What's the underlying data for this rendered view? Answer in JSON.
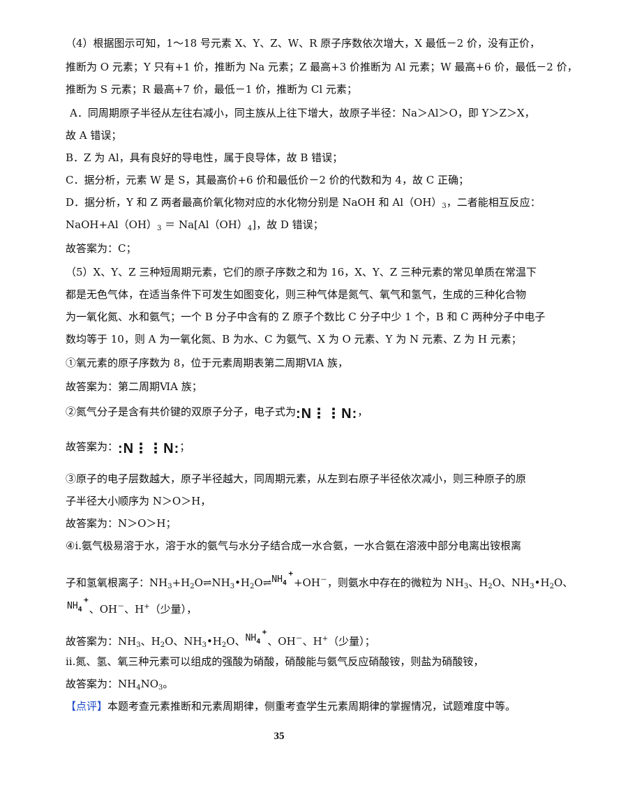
{
  "p4": {
    "l1": "（4）根据图示可知，1～18 号元素 X、Y、Z、W、R 原子序数依次增大，X 最低－2 价，没有正价，",
    "l2": "推断为 O 元素；Y 只有+1 价，推断为 Na 元素；Z 最高+3 价推断为 Al 元素；W 最高+6 价，最低－2 价，",
    "l3": "推断为 S 元素；R 最高+7 价，最低－1 价，推断为 Cl 元素；",
    "a1": "A．同周期原子半径从左往右减小，同主族从上往下增大，故原子半径：Na＞Al＞O，即 Y＞Z＞X，",
    "a2": "故 A 错误；",
    "b": "B．Z 为 Al，具有良好的导电性，属于良导体，故 B 错误；",
    "c": "C．据分析，元素 W 是 S，其最高价+6 价和最低价－2 价的代数和为 4，故 C 正确；",
    "d1_pre": "D．据分析，Y 和 Z 两者最高价氧化物对应的水化物分别是 NaOH 和 Al（OH）",
    "d1_sub": "3",
    "d1_post": "，二者能相互反应：",
    "d2_a": "NaOH+Al（OH）",
    "d2_sub1": "3",
    "d2_b": " ＝ Na[Al（OH）",
    "d2_sub2": "4",
    "d2_c": "]，故 D 错误；",
    "answer": "故答案为：C；"
  },
  "p5": {
    "l1": "（5）X、Y、Z 三种短周期元素，它们的原子序数之和为 16，X、Y、Z 三种元素的常见单质在常温下",
    "l2": "都是无色气体，在适当条件下可发生如图变化，则三种气体是氮气、氧气和氢气，生成的三种化合物",
    "l3": "为一氧化氮、水和氨气；一个 B 分子中含有的 Z 原子个数比 C 分子中少 1 个，B 和 C 两种分子中电子",
    "l4": "数均等于 10，则 A 为一氧化氮、B 为水、C 为氨气、X 为 O 元素、Y 为 N 元素、Z 为 H 元素；",
    "q1": "①氧元素的原子序数为 8，位于元素周期表第二周期ⅥA 族，",
    "a1": "故答案为：第二周期ⅥA 族；",
    "q2_pre": "②氮气分子是含有共价键的双原子分子，电子式为",
    "q2_post": "，",
    "n2_formula": ":N⋮⋮N:",
    "a2_pre": "故答案为：",
    "a2_post": "；",
    "q3_l1": "③原子的电子层数越大，原子半径越大，同周期元素，从左到右原子半径依次减小，则三种原子的原",
    "q3_l2": "子半径大小顺序为 N＞O＞H，",
    "a3": "故答案为：N＞O＞H；",
    "q4_l1": "④ⅰ.氨气极易溶于水，溶于水的氨气与水分子结合成一水合氨，一水合氨在溶液中部分电离出铵根离",
    "q4_l2_pre": "子和氢氧根离子：NH",
    "q4_l2_sub1": "3",
    "q4_l2_mid1": "+H",
    "q4_l2_sub2": "2",
    "q4_l2_mid2": "O⇌NH",
    "q4_l2_sub3": "3",
    "q4_l2_mid3": "•H",
    "q4_l2_sub4": "2",
    "q4_l2_mid4": "O⇌",
    "q4_l2_post": "+OH",
    "q4_l2_sup": "－",
    "q4_l2_tail": "，则氨水中存在的微粒为 NH",
    "q4_l2_sub5": "3",
    "q4_l2_t2": "、H",
    "q4_l2_sub6": "2",
    "q4_l2_t3": "O、NH",
    "q4_l2_sub7": "3",
    "q4_l2_t4": "•H",
    "q4_l2_sub8": "2",
    "q4_l2_t5": "O、",
    "q4_l3_a": "、OH",
    "q4_l3_sup1": "－",
    "q4_l3_b": "、H",
    "q4_l3_sup2": "+",
    "q4_l3_c": "（少量），",
    "a4_pre": "故答案为：NH",
    "a4_sub1": "3",
    "a4_t1": "、H",
    "a4_sub2": "2",
    "a4_t2": "O、NH",
    "a4_sub3": "3",
    "a4_t3": "•H",
    "a4_sub4": "2",
    "a4_t4": "O、",
    "a4_t5": "、OH",
    "a4_sup1": "－",
    "a4_t6": "、H",
    "a4_sup2": "+",
    "a4_t7": "（少量）；",
    "nh4_base": "NH",
    "nh4_sub": "4",
    "nh4_sup": "+",
    "q5_l1": "ⅱ.氮、氢、氧三种元素可以组成的强酸为硝酸，硝酸能与氨气反应硝酸铵，则盐为硝酸铵，",
    "a5_pre": "故答案为：NH",
    "a5_sub1": "4",
    "a5_mid": "NO",
    "a5_sub2": "3",
    "a5_post": "。"
  },
  "comment": {
    "tag": "【点评】",
    "text": "本题考查元素推断和元素周期律，侧重考查学生元素周期律的掌握情况，试题难度中等。"
  },
  "page_number": "35",
  "colors": {
    "comment_tag": "#1f4fc9",
    "text": "#111111"
  }
}
